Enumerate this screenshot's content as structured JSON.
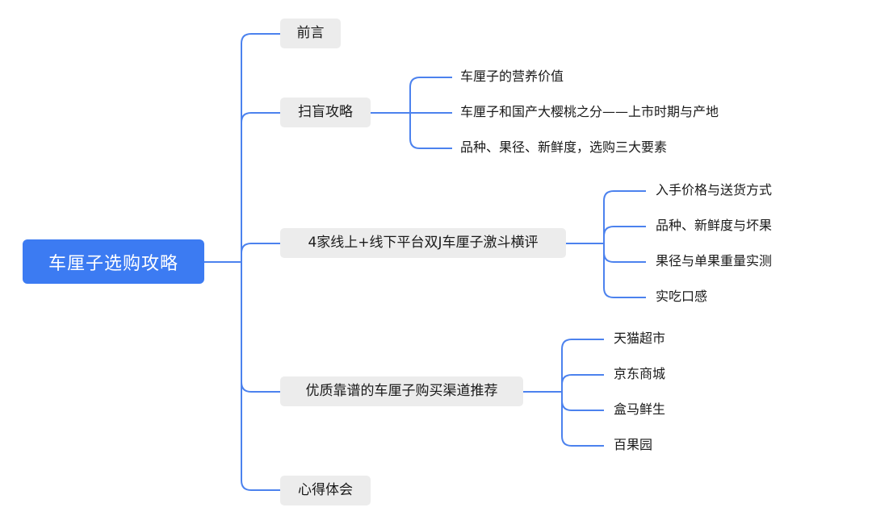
{
  "colors": {
    "root_bg": "#3c7bf2",
    "root_text": "#ffffff",
    "branch_bg": "#ececec",
    "line": "#4c82ee",
    "text": "#1a1a1a"
  },
  "root": {
    "label": "车厘子选购攻略"
  },
  "branches": [
    {
      "label": "前言",
      "children": []
    },
    {
      "label": "扫盲攻略",
      "children": [
        "车厘子的营养价值",
        "车厘子和国产大樱桃之分——上市时期与产地",
        "品种、果径、新鲜度，选购三大要素"
      ]
    },
    {
      "label": "4家线上+线下平台双J车厘子激斗横评",
      "children": [
        "入手价格与送货方式",
        "品种、新鲜度与坏果",
        "果径与单果重量实测",
        "实吃口感"
      ]
    },
    {
      "label": "优质靠谱的车厘子购买渠道推荐",
      "children": [
        "天猫超市",
        "京东商城",
        "盒马鲜生",
        "百果园"
      ]
    },
    {
      "label": "心得体会",
      "children": []
    }
  ]
}
